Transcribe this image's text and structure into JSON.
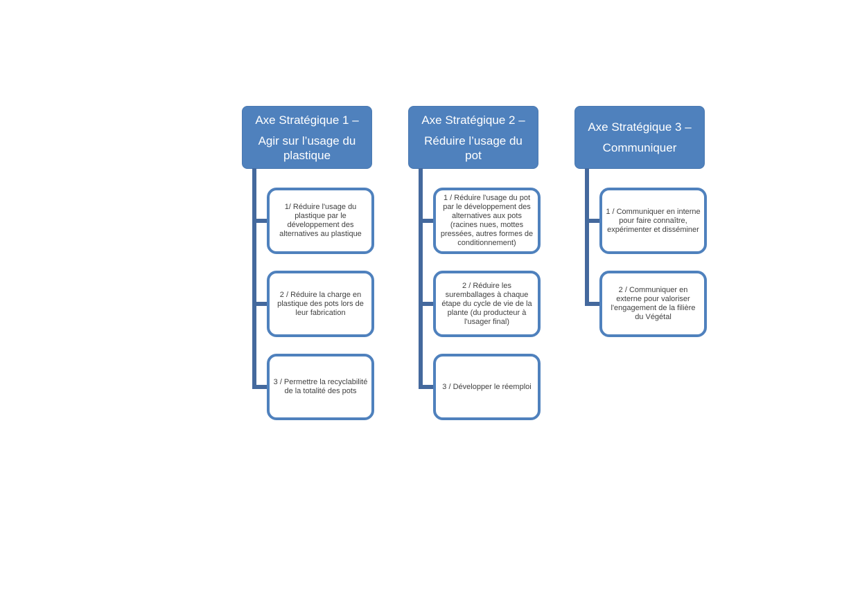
{
  "colors": {
    "header_fill": "#4f81bd",
    "header_text": "#ffffff",
    "box_border": "#4f81bd",
    "box_text": "#3f3f3f",
    "connector": "#44699d",
    "background": "#ffffff"
  },
  "diagram": {
    "columns": [
      {
        "title_line1": "Axe Stratégique 1 –",
        "title_line2": "Agir sur l’usage du plastique",
        "items": [
          "1/ Réduire l'usage du plastique par le développement des alternatives au plastique",
          "2 / Réduire la charge en plastique des pots lors de leur fabrication",
          "3 / Permettre la recyclabilité de la totalité des pots"
        ]
      },
      {
        "title_line1": "Axe Stratégique 2 –",
        "title_line2": "Réduire l’usage du pot",
        "items": [
          "1 / Réduire l'usage du pot par le développement des alternatives aux pots (racines nues, mottes pressées, autres formes de conditionnement)",
          "2 / Réduire les suremballages à chaque étape du cycle de vie de la plante (du producteur à l'usager final)",
          "3 / Développer le réemploi"
        ]
      },
      {
        "title_line1": "Axe Stratégique 3 –",
        "title_line2": "Communiquer",
        "items": [
          "1 / Communiquer en interne pour faire connaître, expérimenter et disséminer",
          "2 / Communiquer en externe pour valoriser l'engagement de la filière du Végétal"
        ]
      }
    ]
  }
}
